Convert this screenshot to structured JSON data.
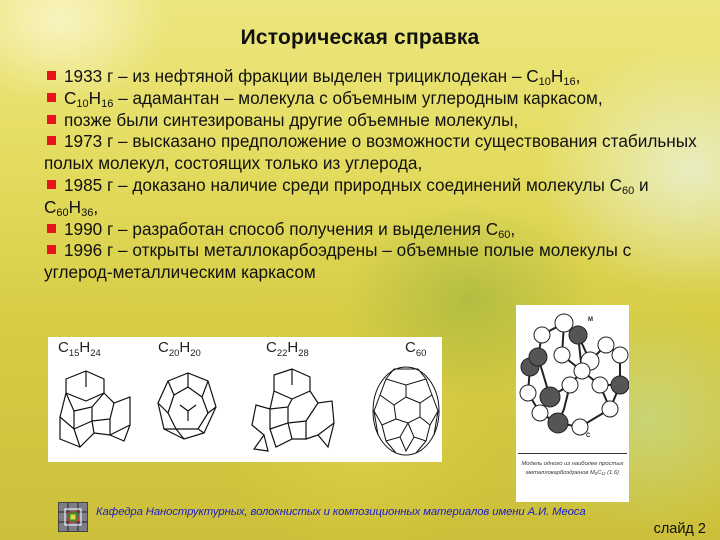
{
  "slide": {
    "title": "Историческая справка",
    "paragraphs": [
      {
        "bullet": true,
        "parts": [
          {
            "t": "1933 г – из нефтяной фракции выделен трициклодекан – C"
          },
          {
            "sub": "10"
          },
          {
            "t": "H"
          },
          {
            "sub": "16"
          },
          {
            "t": ","
          }
        ]
      },
      {
        "bullet": true,
        "parts": [
          {
            "t": "C"
          },
          {
            "sub": "10"
          },
          {
            "t": "H"
          },
          {
            "sub": "16"
          },
          {
            "t": " – адамантан – молекула с объемным углеродным каркасом,"
          }
        ]
      },
      {
        "bullet": true,
        "parts": [
          {
            "t": "позже были синтезированы другие объемные молекулы,"
          }
        ]
      },
      {
        "bullet": true,
        "parts": [
          {
            "t": "1973 г – высказано предположение о возможности существования стабильных полых молекул, состоящих только из углерода,"
          }
        ]
      },
      {
        "bullet": true,
        "parts": [
          {
            "t": "1985 г – доказано наличие среди природных соединений молекулы C"
          },
          {
            "sub": "60"
          },
          {
            "t": " и C"
          },
          {
            "sub": "60"
          },
          {
            "t": "H"
          },
          {
            "sub": "36"
          },
          {
            "t": ","
          }
        ]
      },
      {
        "bullet": true,
        "parts": [
          {
            "t": "1990 г – разработан способ получения и выделения C"
          },
          {
            "sub": "60"
          },
          {
            "t": ","
          }
        ]
      },
      {
        "bullet": true,
        "parts": [
          {
            "t": "1996 г – открыты металлокарбоэдрены – объемные полые молекулы с углерод-металлическим каркасом"
          }
        ]
      }
    ],
    "bullet_color": "#e8141b"
  },
  "figures": {
    "molecules": [
      {
        "label_main": "C",
        "sub1": "15",
        "h": "H",
        "sub2": "24"
      },
      {
        "label_main": "C",
        "sub1": "20",
        "h": "H",
        "sub2": "20"
      },
      {
        "label_main": "C",
        "sub1": "22",
        "h": "H",
        "sub2": "28"
      },
      {
        "label_main": "C",
        "sub1": "60",
        "h": "",
        "sub2": ""
      }
    ],
    "metcar": {
      "atom_labels": {
        "metal": "M",
        "carbon": "C"
      },
      "caption": "Модель одного из наиболее простых металлокарбоэдренов M₈C₁₂ (1.6)"
    }
  },
  "footer": {
    "department": "Кафедра Наноструктурных, волокнистых и композиционных материалов имени А.И. Меоса",
    "slide_number": "слайд 2",
    "text_color": "#1a1ac8"
  }
}
